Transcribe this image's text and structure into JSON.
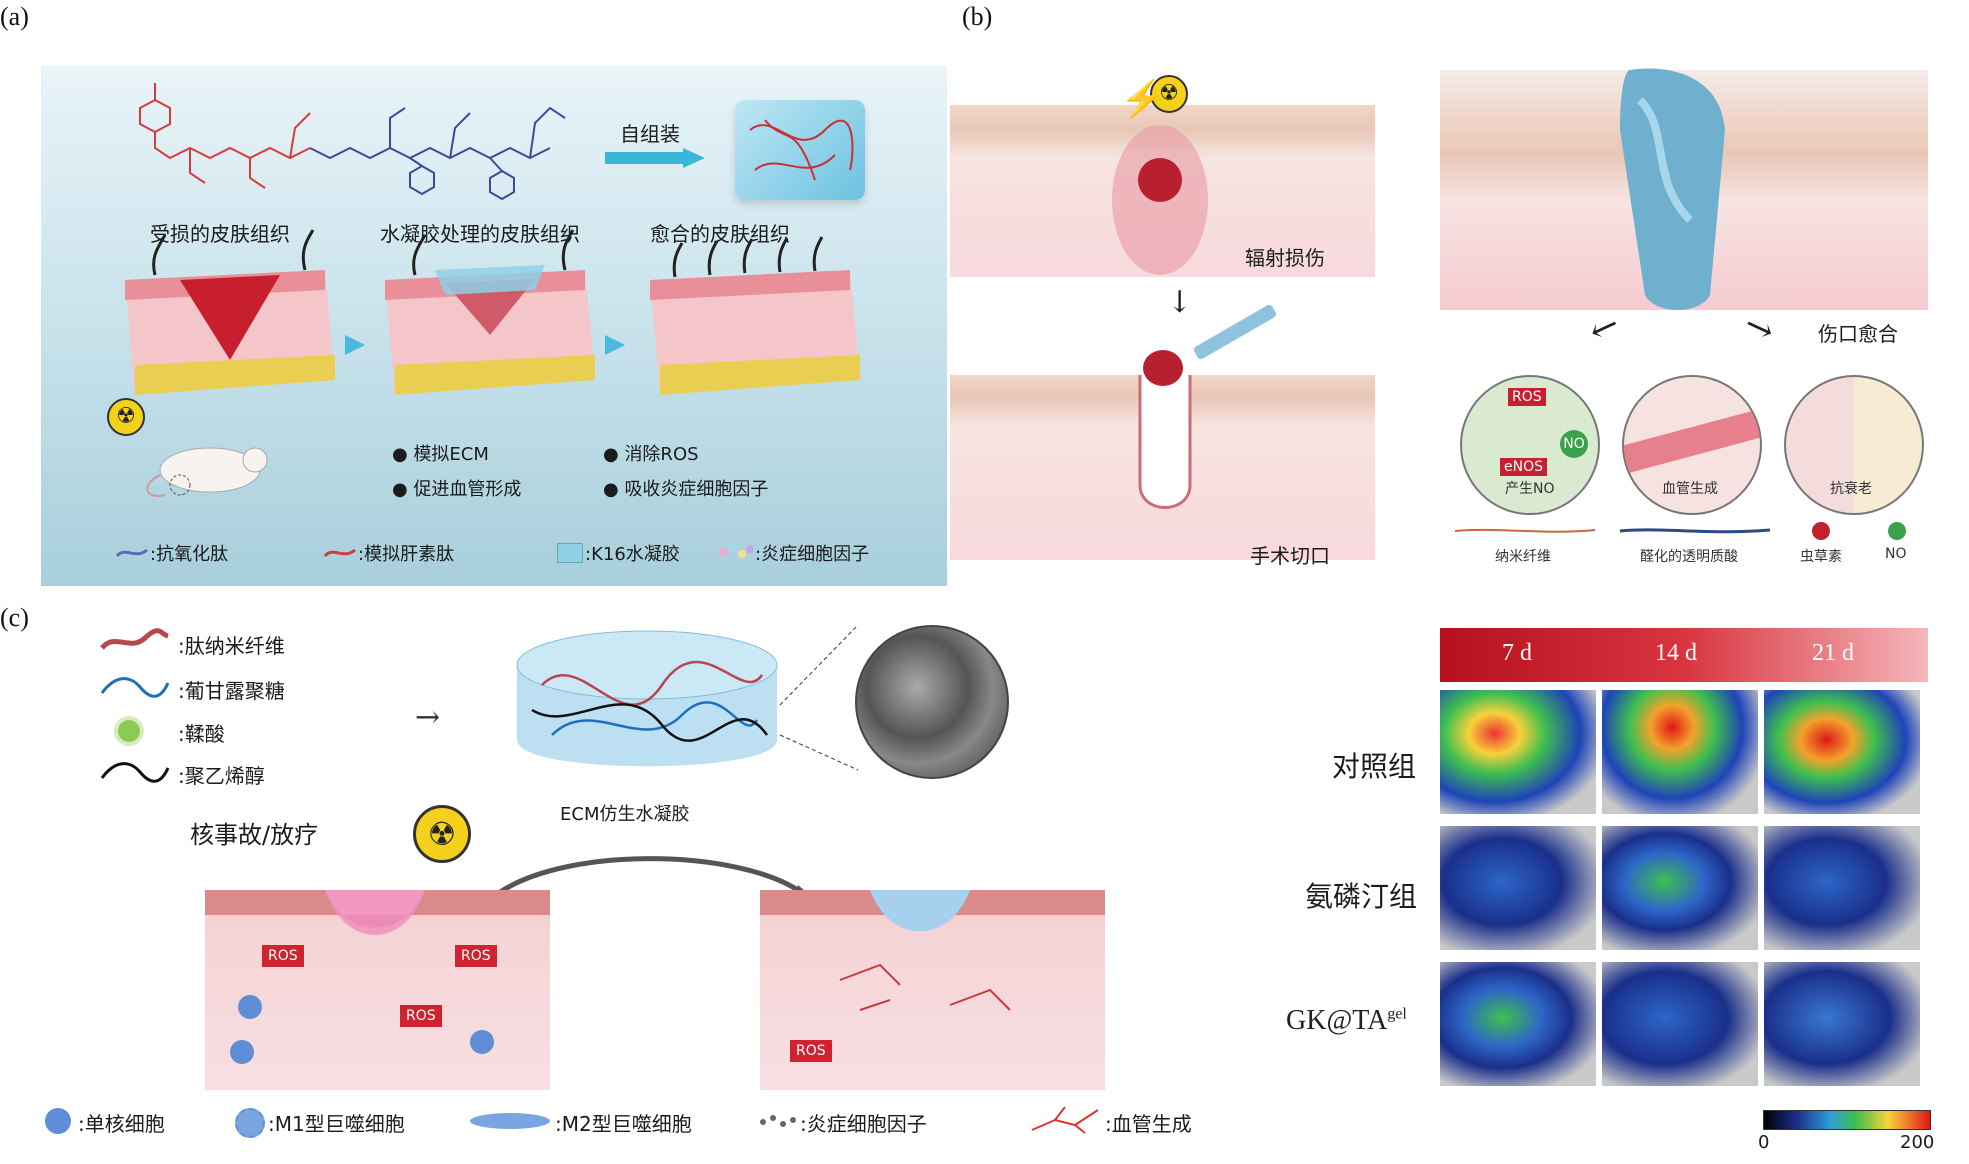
{
  "panel_a": {
    "label": "(a)",
    "arrow_label": "自组装",
    "captions": [
      "受损的皮肤组织",
      "水凝胶处理的皮肤组织",
      "愈合的皮肤组织"
    ],
    "bullets": [
      "模拟ECM",
      "消除ROS",
      "促进血管形成",
      "吸收炎症细胞因子"
    ],
    "legend": [
      ":抗氧化肽",
      ":模拟肝素肽",
      ":K16水凝胶",
      ":炎症细胞因子"
    ],
    "colors": {
      "antioxidant": "#5a6db5",
      "heparin": "#d23c3c",
      "gel": "#8fd0e6"
    }
  },
  "panel_b": {
    "label": "(b)",
    "radiation_label": "辐射损伤",
    "surgery_label": "手术切口",
    "healing_label": "伤口愈合",
    "circles": [
      "产生NO",
      "血管生成",
      "抗衰老"
    ],
    "circle_tags": {
      "ros": "ROS",
      "enos": "eNOS",
      "no": "NO"
    },
    "legend": [
      "纳米纤维",
      "醛化的透明质酸",
      "虫草素",
      "NO"
    ]
  },
  "panel_c": {
    "label": "(c)",
    "legend_top": [
      ":肽纳米纤维",
      ":葡甘露聚糖",
      ":鞣酸",
      ":聚乙烯醇"
    ],
    "accident_label": "核事故/放疗",
    "gel_label": "ECM仿生水凝胶",
    "ros": "ROS",
    "legend_bottom": [
      ":单核细胞",
      ":M1型巨噬细胞",
      ":M2型巨噬细胞",
      ":炎症细胞因子",
      ":血管生成"
    ],
    "days": [
      "7 d",
      "14 d",
      "21 d"
    ],
    "groups": [
      "对照组",
      "氨磷汀组",
      "GK@TA"
    ],
    "group3_sup": "gel",
    "scale_min": "0",
    "scale_max": "200"
  }
}
